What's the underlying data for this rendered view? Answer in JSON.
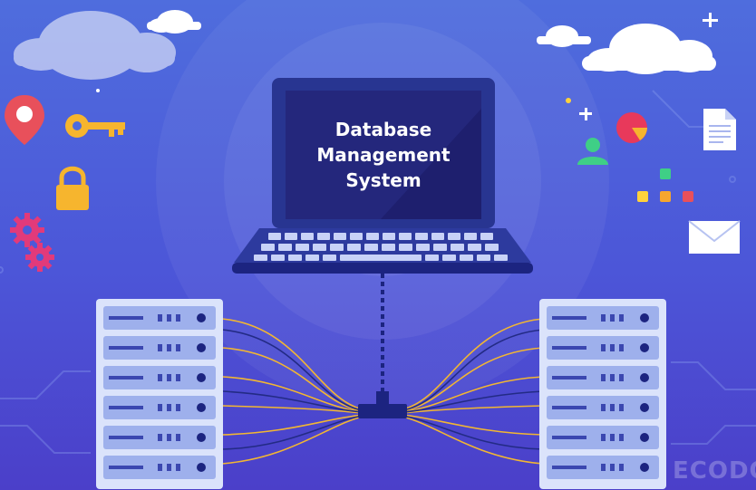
{
  "laptop": {
    "screen_lines": [
      "Database",
      "Management",
      "System"
    ]
  },
  "watermark": "ECODO",
  "colors": {
    "background": "#4a55d6",
    "screen": "#1e1f6e",
    "laptop_body": "#283591",
    "cable": "#f2b632",
    "server_face": "#c8d2f7",
    "cloud": "#ffffff"
  },
  "icons": [
    "cloud-icon",
    "location-pin-icon",
    "key-icon",
    "padlock-icon",
    "gear-icon",
    "pie-chart-icon",
    "user-icon",
    "document-icon",
    "envelope-icon",
    "server-rack-icon",
    "laptop-icon"
  ]
}
